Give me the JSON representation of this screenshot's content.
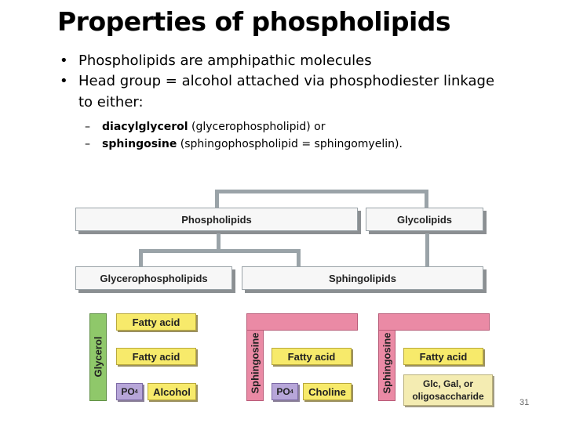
{
  "slide": {
    "title": "Properties of phospholipids",
    "bullets": [
      {
        "marker": "•",
        "text": "Phospholipids are amphipathic molecules"
      },
      {
        "marker": "•",
        "text": "Head group = alcohol attached via phosphodiester linkage",
        "continuation": "to either:"
      }
    ],
    "sub_bullets": [
      {
        "marker": "–",
        "bold": "diacylglycerol",
        "rest": " (glycerophospholipid) or"
      },
      {
        "marker": "–",
        "bold": "sphingosine",
        "rest": " (sphingophospholipid = sphingomyelin)."
      }
    ],
    "page_number": "31"
  },
  "diagram": {
    "level1": {
      "phospholipids": "Phospholipids",
      "glycolipids": "Glycolipids"
    },
    "level2": {
      "glycerophospholipids": "Glycerophospholipids",
      "sphingolipids": "Sphingolipids"
    },
    "glycerophospholipid": {
      "backbone": "Glycerol",
      "fatty_acid_1": "Fatty acid",
      "fatty_acid_2": "Fatty acid",
      "phosphate": "PO",
      "phosphate_sub": "4",
      "head": "Alcohol"
    },
    "sphingomyelin": {
      "backbone": "Sphingosine",
      "fatty_acid": "Fatty acid",
      "phosphate": "PO",
      "phosphate_sub": "4",
      "head": "Choline"
    },
    "glycolipid": {
      "backbone": "Sphingosine",
      "fatty_acid": "Fatty acid",
      "sugar_line1": "Glc, Gal, or",
      "sugar_line2": "oligosaccharide"
    },
    "colors": {
      "glycerol": "#8fc86a",
      "sphingosine": "#ea8aa5",
      "fatty_acid": "#f7ea6b",
      "phosphate": "#b7a6d9",
      "sugar": "#f4ecb2",
      "category_box": "#f7f7f7"
    }
  }
}
